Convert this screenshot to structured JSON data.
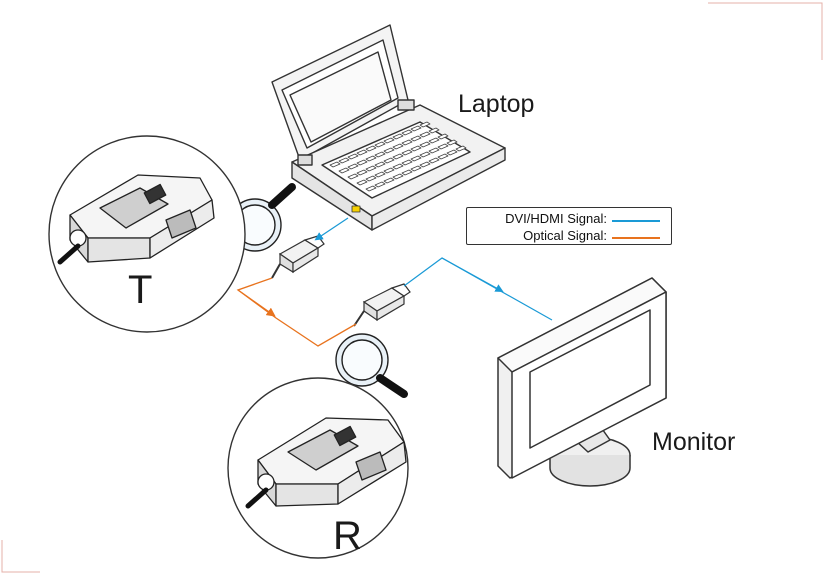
{
  "labels": {
    "laptop": "Laptop",
    "monitor": "Monitor",
    "transmitter": "T",
    "receiver": "R"
  },
  "legend": {
    "items": [
      {
        "label": "DVI/HDMI Signal:",
        "color": "#1a9ad6"
      },
      {
        "label": "Optical Signal:",
        "color": "#e8731e"
      }
    ]
  },
  "colors": {
    "dvi_hdmi_signal": "#1a9ad6",
    "optical_signal": "#e8731e",
    "outline": "#333333"
  }
}
